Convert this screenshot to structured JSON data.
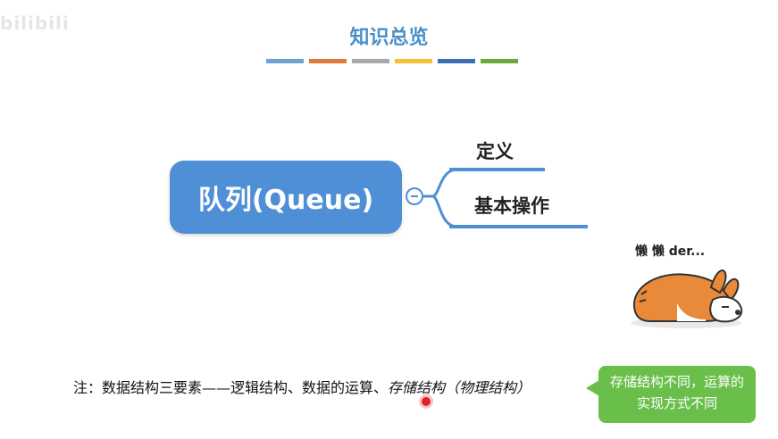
{
  "watermark": "bilibili",
  "title": "知识总览",
  "colors": {
    "accent": "#4f8fd6",
    "title": "#4a90c8",
    "callout": "#6abf4b",
    "bars": [
      "#6fa3d1",
      "#e07a3a",
      "#a8a8a8",
      "#f1c232",
      "#3c6fb6",
      "#6aaa3c"
    ]
  },
  "mindmap": {
    "root": "队列(Queue)",
    "branches": [
      "定义",
      "基本操作"
    ]
  },
  "sticker": {
    "text": "懒 懒 der...",
    "icon": "sleeping-corgi-icon"
  },
  "note": {
    "prefix": "注：数据结构三要素——逻辑结构、数据的运算、",
    "italic": "存储结构（物理结构）"
  },
  "callout": {
    "text": "存储结构不同，运算的实现方式不同"
  }
}
